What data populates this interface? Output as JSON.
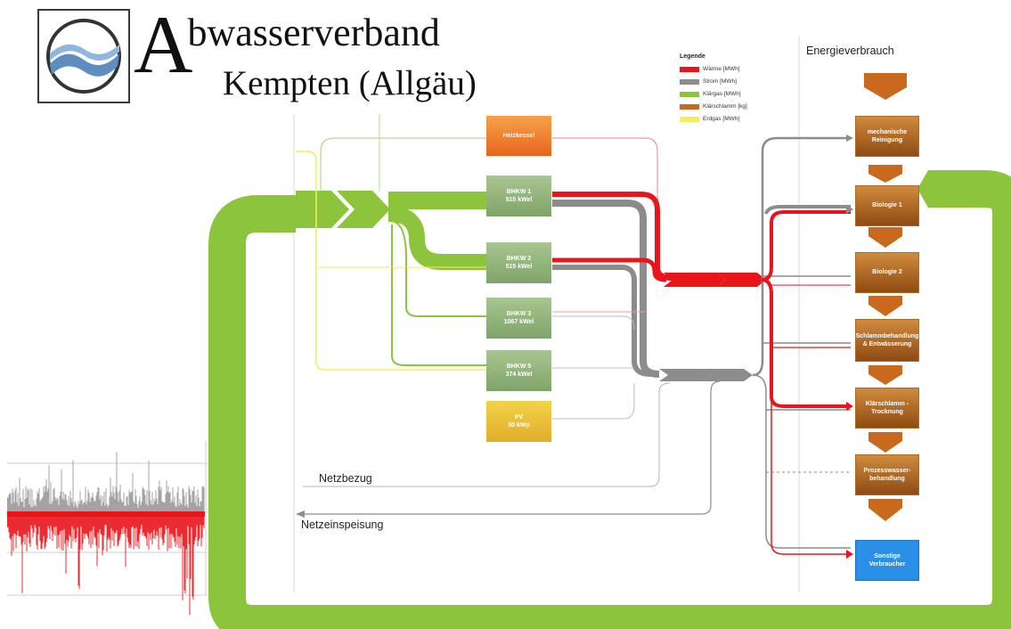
{
  "header": {
    "logo_first_letter": "A",
    "logo_line1_rest": "bwasserverband",
    "logo_line2": "Kempten (Allgäu)"
  },
  "legend": {
    "title": "Legende",
    "items": [
      {
        "label": "Wärme [MWh]",
        "color": "#e8161b"
      },
      {
        "label": "Strom [MWh]",
        "color": "#8c8c8c"
      },
      {
        "label": "Klärgas [MWh]",
        "color": "#8cc43c"
      },
      {
        "label": "Klärschlamm [kg]",
        "color": "#c9691e"
      },
      {
        "label": "Erdgas [MWh]",
        "color": "#f3ef5a"
      }
    ]
  },
  "column_headers": {
    "consumption": "Energieverbrauch"
  },
  "grid_labels": {
    "import": "Netzbezug",
    "export": "Netzeinspeisung"
  },
  "producers": [
    {
      "name": "Heizkessel",
      "detail": ""
    },
    {
      "name": "BHKW 1",
      "detail": "515 kWel"
    },
    {
      "name": "BHKW 2",
      "detail": "515 kWel"
    },
    {
      "name": "BHKW 3",
      "detail": "1067 kWel"
    },
    {
      "name": "BHKW 5",
      "detail": "374 kWel"
    },
    {
      "name": "PV",
      "detail": "50 kWp"
    }
  ],
  "consumers": [
    {
      "line1": "mechanische",
      "line2": "Reinigung"
    },
    {
      "line1": "Biologie 1",
      "line2": ""
    },
    {
      "line1": "Biologie 2",
      "line2": ""
    },
    {
      "line1": "Schlammbehandlung",
      "line2": "& Entwässerung"
    },
    {
      "line1": "Klärschlamm -",
      "line2": "Trocknung"
    },
    {
      "line1": "Prozesswasser-",
      "line2": "behandlung"
    },
    {
      "line1": "Sonstige",
      "line2": "Verbraucher"
    }
  ],
  "colors": {
    "gas": "#8cc43c",
    "heat": "#e8161b",
    "power": "#8c8c8c",
    "sludge": "#c9691e",
    "natural_gas": "#f3ef5a"
  }
}
